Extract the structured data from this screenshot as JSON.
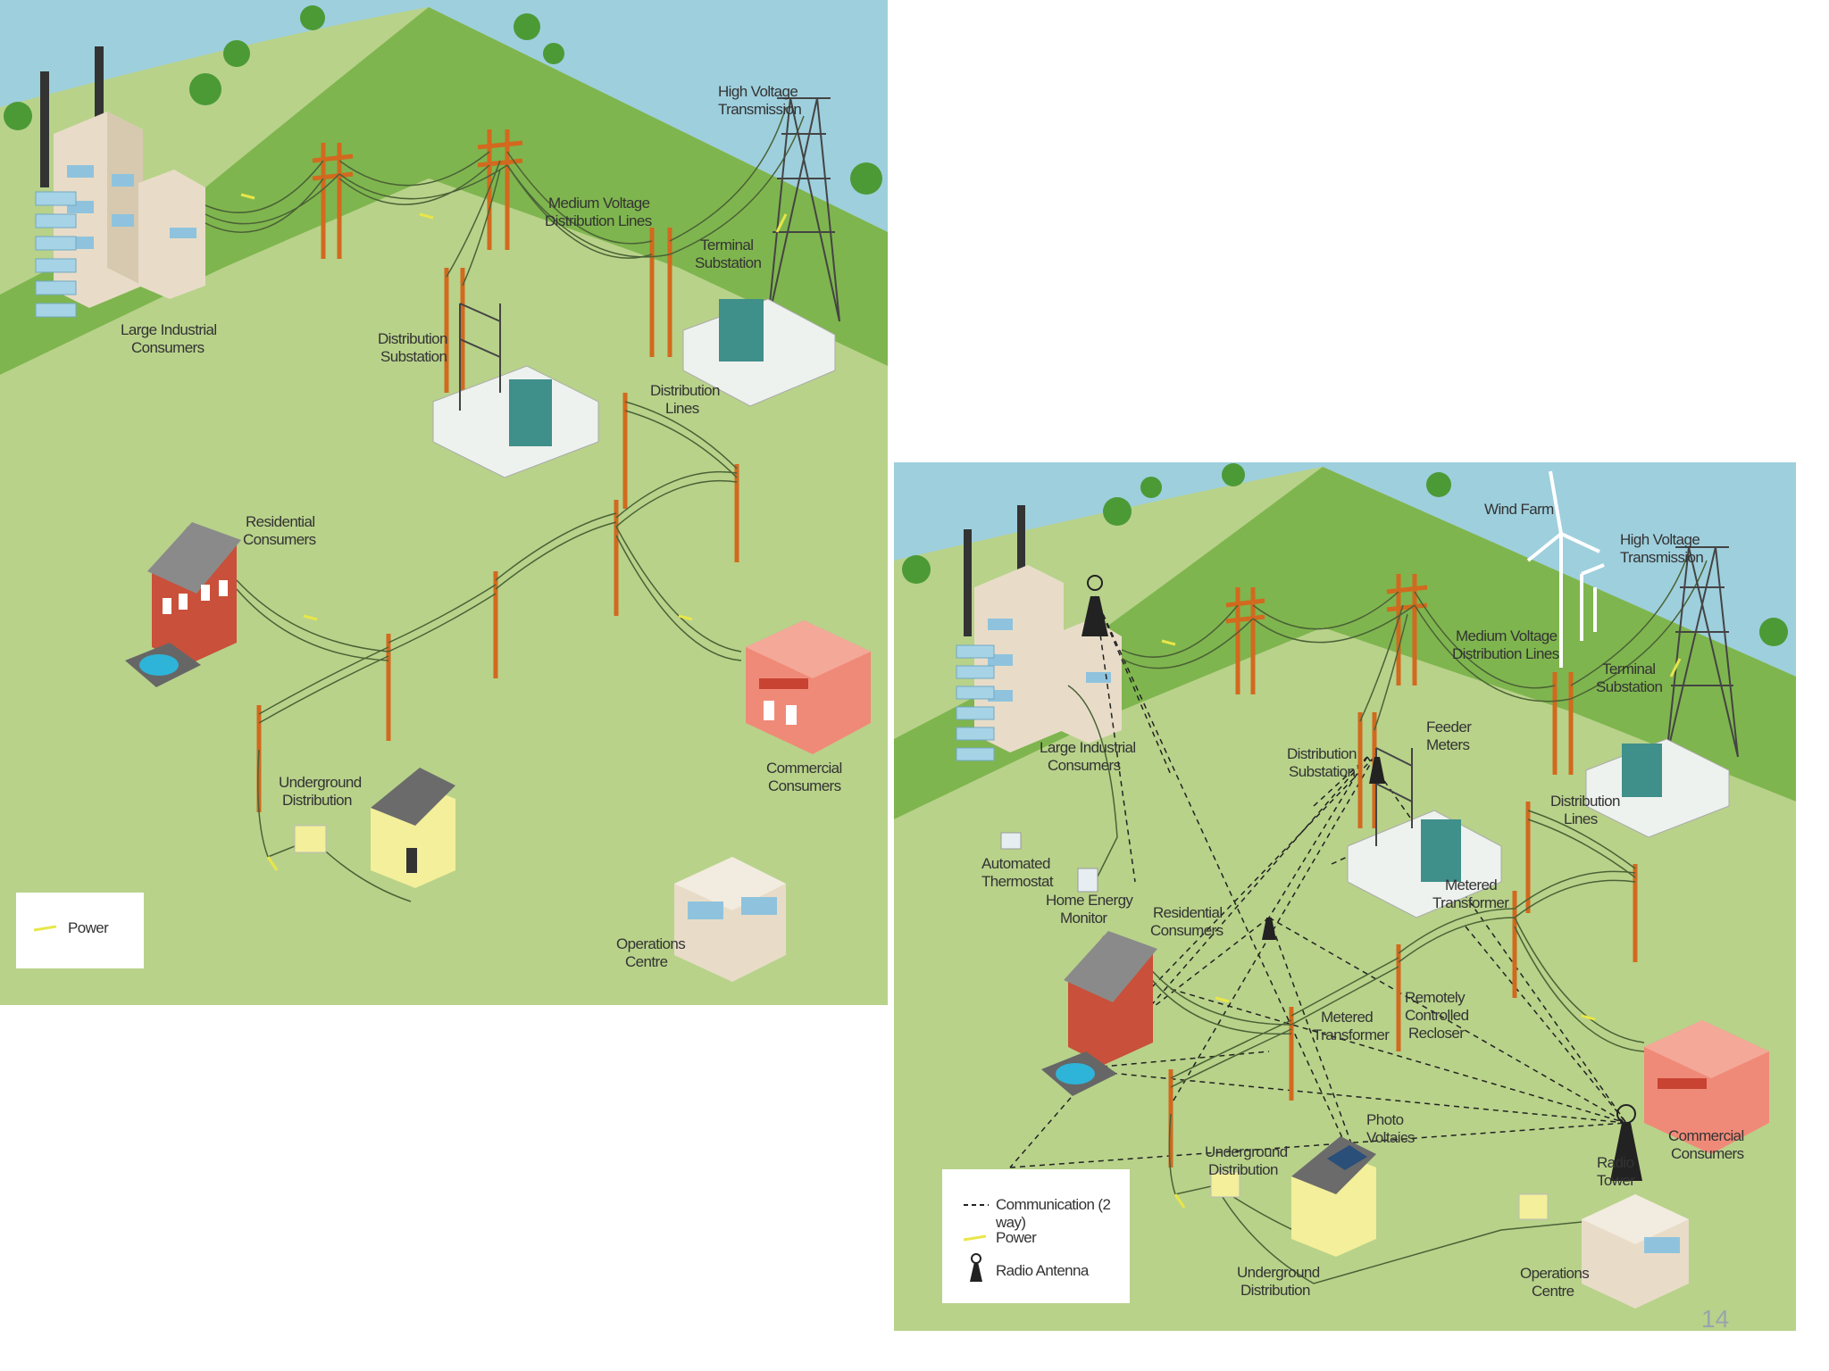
{
  "left": {
    "labels": {
      "high_voltage": [
        "High Voltage",
        "Transmission"
      ],
      "medium_voltage": [
        "Medium Voltage",
        "Distribution Lines"
      ],
      "terminal_substation": [
        "Terminal",
        "Substation"
      ],
      "large_industrial": [
        "Large Industrial",
        "Consumers"
      ],
      "distribution_substation": [
        "Distribution",
        "Substation"
      ],
      "distribution_lines": [
        "Distribution",
        "Lines"
      ],
      "residential": [
        "Residential",
        "Consumers"
      ],
      "commercial": [
        "Commercial",
        "Consumers"
      ],
      "underground": [
        "Underground",
        "Distribution"
      ],
      "operations": [
        "Operations",
        "Centre"
      ]
    },
    "legend": {
      "power": "Power"
    }
  },
  "right": {
    "labels": {
      "wind_farm": [
        "Wind Farm"
      ],
      "high_voltage": [
        "High Voltage",
        "Transmission"
      ],
      "medium_voltage": [
        "Medium Voltage",
        "Distribution Lines"
      ],
      "terminal_substation": [
        "Terminal",
        "Substation"
      ],
      "large_industrial": [
        "Large Industrial",
        "Consumers"
      ],
      "feeder_meters": [
        "Feeder",
        "Meters"
      ],
      "distribution_substation": [
        "Distribution",
        "Substation"
      ],
      "distribution_lines": [
        "Distribution",
        "Lines"
      ],
      "automated_thermostat": [
        "Automated",
        "Thermostat"
      ],
      "home_energy_monitor": [
        "Home Energy",
        "Monitor"
      ],
      "residential": [
        "Residential",
        "Consumers"
      ],
      "metered_transformer_1": [
        "Metered",
        "Transformer"
      ],
      "remotely_controlled_recloser": [
        "Remotely",
        "Controlled",
        "Recloser"
      ],
      "metered_transformer_2": [
        "Metered",
        "Transformer"
      ],
      "photo_voltaics": [
        "Photo",
        "Voltaics"
      ],
      "underground_1": [
        "Underground",
        "Distribution"
      ],
      "commercial": [
        "Commercial",
        "Consumers"
      ],
      "radio_tower": [
        "Radio",
        "Tower"
      ],
      "underground_2": [
        "Underground",
        "Distribution"
      ],
      "operations": [
        "Operations",
        "Centre"
      ]
    },
    "legend": {
      "communication": "Communication (2 way)",
      "power": "Power",
      "radio_antenna": "Radio Antenna"
    }
  },
  "page_number": "14",
  "colors": {
    "sky": "#9ecfdd",
    "hill": "#7fb54e",
    "ground": "#b8d28a",
    "pole": "#d2691e",
    "building_red": "#c9503a",
    "supermarket": "#f08a78",
    "house_yellow": "#f3ef9a",
    "power_spark": "#e8e64a"
  }
}
